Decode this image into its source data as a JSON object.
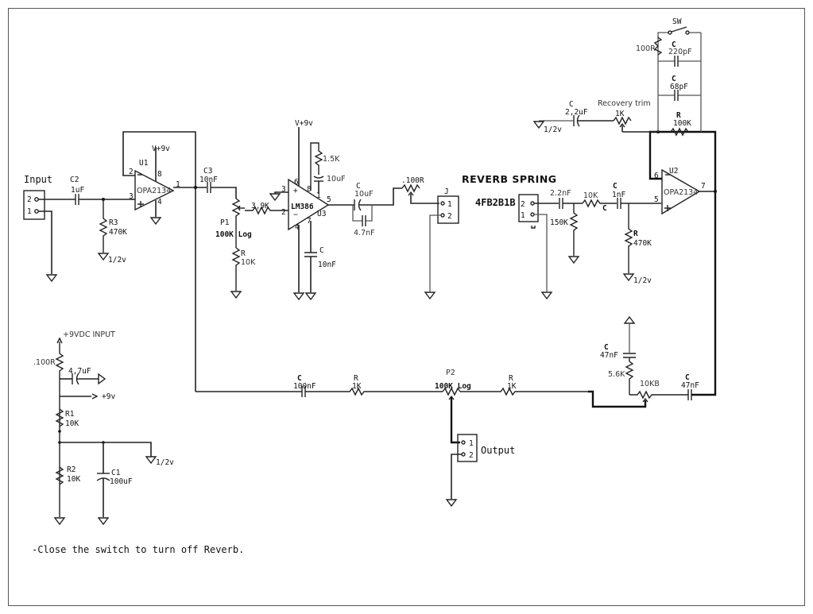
{
  "title": "REVERB SPRING",
  "note": "-Close the switch to turn off Reverb.",
  "input": {
    "label": "Input",
    "pins": [
      "2",
      "1"
    ]
  },
  "u1": {
    "ref": "U1",
    "part": "OPA2134",
    "supply": "V+9v",
    "pins": {
      "inv": "2",
      "noninv": "3",
      "out": "1",
      "vplus": "8",
      "vminus": "4"
    }
  },
  "c2": {
    "ref": "C2",
    "value": "1uF"
  },
  "r3": {
    "ref": "R3",
    "value": "470K",
    "ref_node": "1/2v"
  },
  "c3": {
    "ref": "C3",
    "value": "10nF"
  },
  "p1": {
    "ref": "P1",
    "value": "100K Log"
  },
  "r_p1": {
    "ref": "R",
    "value": "10K"
  },
  "r_39": {
    "value": "3,9K"
  },
  "u3": {
    "ref": "U3",
    "part": "LM386",
    "supply": "V+9v",
    "pins": {
      "p3": "3",
      "p2": "2",
      "p6": "6",
      "p8": "8",
      "p1": "1",
      "p5": "5",
      "p4": "4",
      "p7": "7"
    },
    "plus": "+",
    "minus": "−"
  },
  "r_15k": {
    "value": "1.5K"
  },
  "c_10uf_gain": {
    "value": "10uF"
  },
  "c_u3_7": {
    "ref": "C",
    "value": "10nF"
  },
  "c_out": {
    "ref": "C",
    "value": "10uF"
  },
  "c_47nf_par": {
    "value": "4.7nF"
  },
  "trim_100r": {
    "value": ".100R"
  },
  "jack_j": {
    "ref": "J",
    "pins": [
      "1",
      "2"
    ]
  },
  "tank": {
    "model": "4FB2B1B",
    "pins": [
      "2",
      "1"
    ]
  },
  "c_22nf": {
    "value": "2.2nF"
  },
  "r_150k": {
    "value": "150K"
  },
  "r_10k_rec": {
    "value": "10K"
  },
  "c_1nf": {
    "ref": "C",
    "value": "1nF"
  },
  "c_label_mid": "C",
  "r_470k_rec": {
    "ref": "R",
    "value": "470K",
    "ref_node": "1/2v"
  },
  "u2": {
    "ref": "U2",
    "part": "OPA2134",
    "pins": {
      "inv": "6",
      "noninv": "5",
      "out": "7"
    }
  },
  "feedback": {
    "switch": "SW",
    "r_100r": "100R",
    "c_220": {
      "ref": "C",
      "value": "220pF"
    },
    "c_68": {
      "ref": "C",
      "value": "68pF"
    },
    "r_100k": {
      "ref": "R",
      "value": "100K"
    },
    "recovery_label": "Recovery trim",
    "recovery_value": "1K",
    "c_22uf": {
      "ref": "C",
      "value": "2,2uF"
    },
    "ref_node": "1/2v"
  },
  "mixer": {
    "c_100nf": {
      "ref": "C",
      "value": "100nF"
    },
    "r_dry": {
      "ref": "R",
      "value": "1K"
    },
    "p2": {
      "ref": "P2",
      "value": "100K Log"
    },
    "r_wet": {
      "ref": "R",
      "value": "1K"
    },
    "c_47_top": {
      "ref": "C",
      "value": "47nF"
    },
    "r_56k": {
      "value": "5.6K"
    },
    "pot_10kb": {
      "value": "10KB"
    },
    "c_47_out": {
      "ref": "C",
      "value": "47nF"
    }
  },
  "output": {
    "label": "Output",
    "pins": [
      "1",
      "2"
    ]
  },
  "psu": {
    "input_label": "+9VDC INPUT",
    "r_100r": ".100R",
    "c_47uf": "4,7uF",
    "rail": "+9v",
    "r1": {
      "ref": "R1",
      "value": "10K"
    },
    "r2": {
      "ref": "R2",
      "value": "10K"
    },
    "c1": {
      "ref": "C1",
      "value": "100uF"
    },
    "ref_node": "1/2v"
  }
}
